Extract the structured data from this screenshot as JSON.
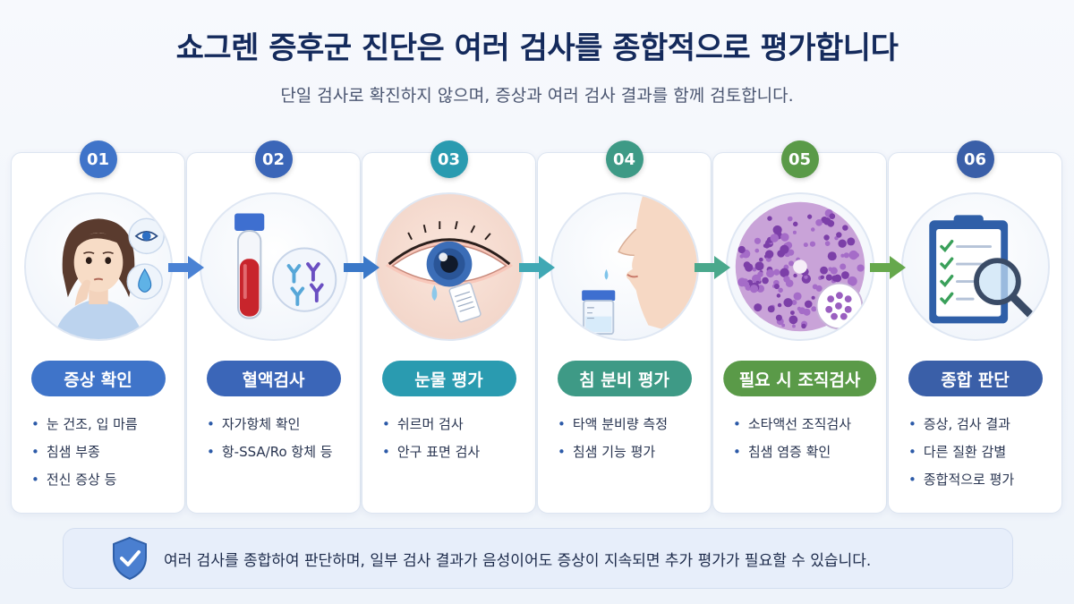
{
  "header": {
    "title": "쇼그렌 증후군 진단은 여러 검사를 종합적으로 평가합니다",
    "subtitle": "단일 검사로 확진하지 않으며, 증상과 여러 검사 결과를 함께 검토합니다."
  },
  "steps": [
    {
      "num": "01",
      "label": "증상 확인",
      "color": "#3f74c9",
      "icon": "woman-dry-eye-mouth-icon",
      "bullets": [
        "눈 건조, 입 마름",
        "침샘 부종",
        "전신 증상 등"
      ]
    },
    {
      "num": "02",
      "label": "혈액검사",
      "color": "#3b66b8",
      "icon": "blood-tube-antibody-icon",
      "bullets": [
        "자가항체 확인",
        "항-SSA/Ro 항체 등"
      ]
    },
    {
      "num": "03",
      "label": "눈물 평가",
      "color": "#2a9bb0",
      "icon": "eye-tear-strip-icon",
      "bullets": [
        "쉬르머 검사",
        "안구 표면 검사"
      ]
    },
    {
      "num": "04",
      "label": "침 분비 평가",
      "color": "#3e9a86",
      "icon": "saliva-cup-face-icon",
      "bullets": [
        "타액 분비량 측정",
        "침샘 기능 평가"
      ]
    },
    {
      "num": "05",
      "label": "필요 시 조직검사",
      "color": "#5a9a48",
      "icon": "tissue-biopsy-icon",
      "bullets": [
        "소타액선 조직검사",
        "침샘 염증 확인"
      ]
    },
    {
      "num": "06",
      "label": "종합 판단",
      "color": "#3a5fa8",
      "icon": "clipboard-magnifier-icon",
      "bullets": [
        "증상, 검사 결과",
        "다른 질환 감별",
        "종합적으로 평가"
      ]
    }
  ],
  "arrow_colors": [
    "#4a82d4",
    "#3a78c8",
    "#40a8b4",
    "#4aa88c",
    "#66a84c"
  ],
  "footer": {
    "icon": "shield-check-icon",
    "text": "여러 검사를 종합하여 판단하며, 일부 검사 결과가 음성이어도 증상이 지속되면 추가 평가가 필요할 수 있습니다."
  }
}
